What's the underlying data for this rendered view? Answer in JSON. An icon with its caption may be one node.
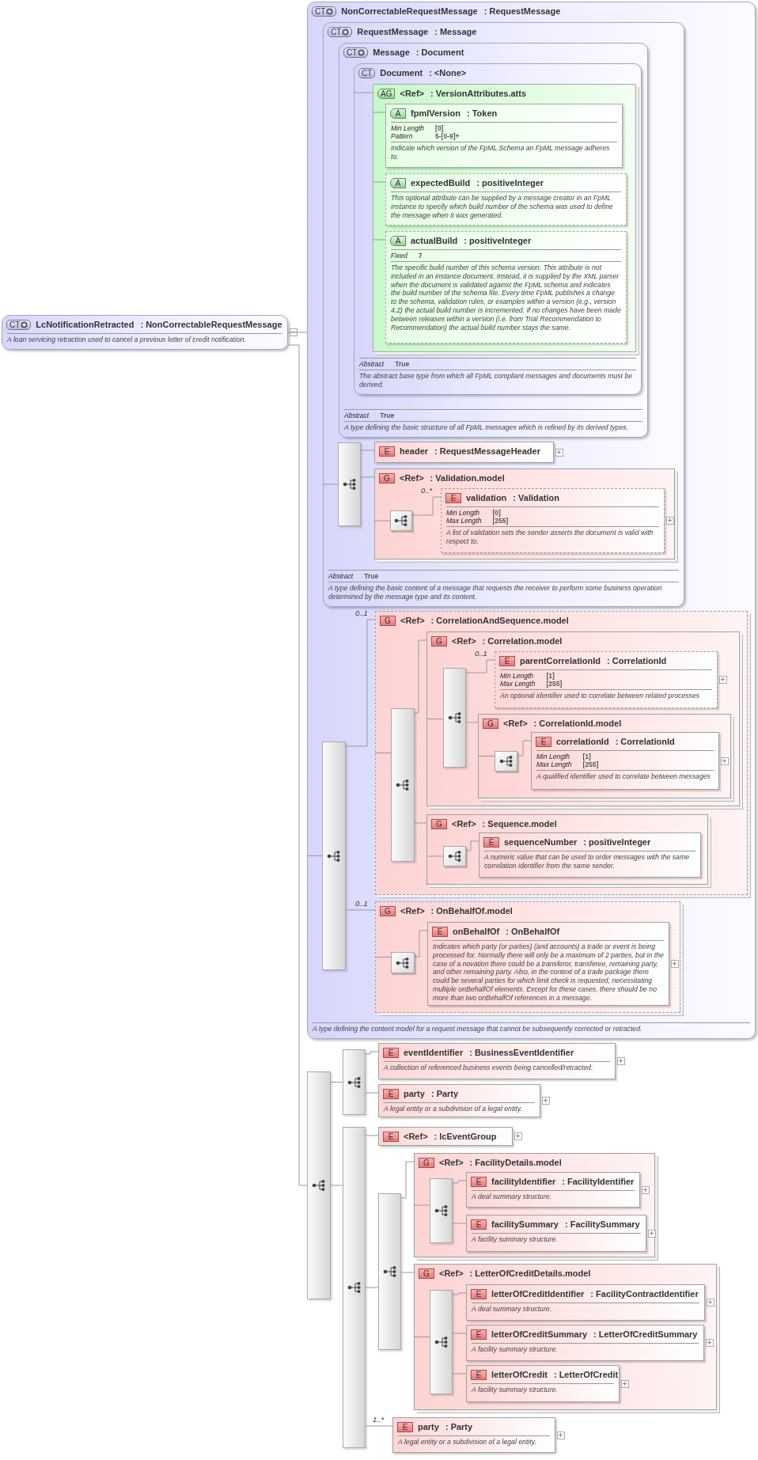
{
  "diagram": {
    "nodes": [
      {
        "text": [
          "CT",
          "LcNotificationRetracted",
          ": NonCorrectableRequestMessage",
          "A loan servicing retraction used to cancel a previous letter of credit notification."
        ]
      },
      {
        "text": [
          "CT",
          "NonCorrectableRequestMessage",
          ": RequestMessage",
          "A type defining the content model for a request message that cannot be subsequently corrected or retracted."
        ]
      },
      {
        "in": 1,
        "text": [
          "CT",
          "RequestMessage",
          ": Message",
          "Abstract",
          "True",
          "A type defining the basic content of a message that requests the receiver to perform some business operation determined by the message type and its content."
        ]
      },
      {
        "in": 2,
        "text": [
          "CT",
          "Message",
          ": Document",
          "Abstract",
          "True",
          "A type defining the basic structure of all FpML messages which is refined by its derived types."
        ]
      },
      {
        "in": 3,
        "text": [
          "CT",
          "Document",
          ": <None>",
          "Abstract",
          "True",
          "The abstract base type from which all FpML compliant messages and documents must be derived."
        ]
      },
      {
        "in": 4,
        "text": [
          "AG",
          "<Ref>",
          ": VersionAttributes.atts"
        ]
      },
      {
        "in": 5,
        "text": [
          "A",
          "fpmlVersion",
          ": Token",
          "Min Length",
          "[0]",
          "Pattern",
          "5-[0-9]+",
          "Indicate which version of the FpML Schema an FpML message adheres to."
        ]
      },
      {
        "in": 5,
        "text": [
          "A",
          "expectedBuild",
          ": positiveInteger",
          "This optional attribute can be supplied by a message creator in an FpML instance to specify which build number of the schema was used to define the message when it was generated."
        ]
      },
      {
        "in": 5,
        "text": [
          "A",
          "actualBuild",
          ": positiveInteger",
          "Fixed",
          "7",
          "The specific build number of this schema version. This attribute is not included in an instance document. Instead, it is supplied by the XML parser when the document is validated against the FpML schema and indicates the build number of the schema file. Every time FpML publishes a change to the schema, validation rules, or examples within a version (e.g., version 4.2) the actual build number is incremented. If no changes have been made between releases within a version (i.e. from Trial Recommendation to Recommendation) the actual build number stays the same."
        ]
      },
      {
        "text": [],
        "shape": "bar",
        "in": 2
      },
      {
        "in": 2,
        "text": [
          "E",
          "header",
          ": RequestMessageHeader"
        ]
      },
      {
        "in": 2,
        "text": [
          "G",
          "<Ref>",
          ": Validation.model"
        ]
      },
      {
        "text": [],
        "shape": "box",
        "in": 11
      },
      {
        "in": 11,
        "beside": [
          "0..*"
        ],
        "text": [
          "E",
          "validation",
          ": Validation",
          "Min Length",
          "[0]",
          "Max Length",
          "[255]",
          "A list of validation sets the sender asserts the document is valid with respect to."
        ]
      },
      {
        "text": [],
        "shape": "bar",
        "in": 1
      },
      {
        "in": 1,
        "beside": [
          "0..1"
        ],
        "text": [
          "G",
          "<Ref>",
          ": CorrelationAndSequence.model"
        ]
      },
      {
        "text": [],
        "shape": "bar",
        "in": 15
      },
      {
        "in": 15,
        "text": [
          "G",
          "<Ref>",
          ": Correlation.model"
        ]
      },
      {
        "text": [],
        "shape": "bar",
        "in": 17
      },
      {
        "in": 17,
        "beside": [
          "0..1"
        ],
        "text": [
          "E",
          "parentCorrelationId",
          ": CorrelationId",
          "Min Length",
          "[1]",
          "Max Length",
          "[255]",
          "An optional identifier used to correlate between related processes"
        ]
      },
      {
        "in": 17,
        "text": [
          "G",
          "<Ref>",
          ": CorrelationId.model"
        ]
      },
      {
        "text": [],
        "shape": "box",
        "in": 20
      },
      {
        "in": 20,
        "text": [
          "E",
          "correlationId",
          ": CorrelationId",
          "Min Length",
          "[1]",
          "Max Length",
          "[255]",
          "A qualified identifier used to correlate between messages"
        ]
      },
      {
        "in": 15,
        "text": [
          "G",
          "<Ref>",
          ": Sequence.model"
        ]
      },
      {
        "text": [],
        "shape": "box",
        "in": 23
      },
      {
        "in": 23,
        "text": [
          "E",
          "sequenceNumber",
          ": positiveInteger",
          "A numeric value that can be used to order messages with the same correlation identifier from the same sender."
        ]
      },
      {
        "in": 1,
        "beside": [
          "0..1"
        ],
        "text": [
          "G",
          "<Ref>",
          ": OnBehalfOf.model"
        ]
      },
      {
        "text": [],
        "shape": "box",
        "in": 26
      },
      {
        "in": 26,
        "text": [
          "E",
          "onBehalfOf",
          ": OnBehalfOf",
          "Indicates which party (or parties) (and accounts) a trade or event is being processed for. Normally there will only be a maximum of 2 parties, but in the case of a novation there could be a transferor, transferee, remaining party, and other remaining party. Also, in the context of a trade package there could be several parties for which limit check is requested, necessitating multiple onBehalfOf elements. Except for these cases, there should be no more than two onBehalfOf references in a message."
        ]
      },
      {
        "text": [],
        "shape": "bar"
      },
      {
        "text": [],
        "shape": "bar"
      },
      {
        "text": [
          "E",
          "eventIdentifier",
          ": BusinessEventIdentifier",
          "A collection of referenced business events being cancelled/retracted."
        ]
      },
      {
        "text": [
          "E",
          "party",
          ": Party",
          "A legal entity or a subdivision of a legal entity."
        ]
      },
      {
        "text": [],
        "shape": "bar"
      },
      {
        "text": [
          "E",
          "<Ref>",
          ": lcEventGroup"
        ]
      },
      {
        "text": [],
        "shape": "bar"
      },
      {
        "text": [
          "G",
          "<Ref>",
          ": FacilityDetails.model"
        ]
      },
      {
        "text": [],
        "shape": "bar",
        "in": 36
      },
      {
        "in": 36,
        "text": [
          "E",
          "facilityIdentifier",
          ": FacilityIdentifier",
          "A deal summary structure."
        ]
      },
      {
        "in": 36,
        "text": [
          "E",
          "facilitySummary",
          ": FacilitySummary",
          "A facility summary structure."
        ]
      },
      {
        "text": [
          "G",
          "<Ref>",
          ": LetterOfCreditDetails.model"
        ]
      },
      {
        "text": [],
        "shape": "bar",
        "in": 40
      },
      {
        "in": 40,
        "text": [
          "E",
          "letterOfCreditIdentifier",
          ": FacilityContractIdentifier",
          "A deal summary structure."
        ]
      },
      {
        "in": 40,
        "text": [
          "E",
          "letterOfCreditSummary",
          ": LetterOfCreditSummary",
          "A facility summary structure."
        ]
      },
      {
        "in": 40,
        "text": [
          "E",
          "letterOfCredit",
          ": LetterOfCredit",
          "A facility summary structure."
        ]
      },
      {
        "beside": [
          "1..*"
        ],
        "text": [
          "E",
          "party",
          ": Party",
          "A legal entity or a subdivision of a legal entity."
        ]
      }
    ],
    "edges": [
      {
        "from": 0,
        "to": 1,
        "arrow": "none"
      },
      {
        "from": 0,
        "to": 29,
        "arrow": "none"
      },
      {
        "from": 1,
        "to": 14,
        "arrow": "none"
      },
      {
        "from": 2,
        "to": 9,
        "arrow": "none"
      },
      {
        "from": 4,
        "to": 5,
        "arrow": "none"
      },
      {
        "from": 5,
        "to": 6,
        "arrow": "none"
      },
      {
        "from": 5,
        "to": 7,
        "arrow": "none"
      },
      {
        "from": 5,
        "to": 8,
        "arrow": "none"
      },
      {
        "from": 9,
        "to": 10,
        "arrow": "none"
      },
      {
        "from": 9,
        "to": 11,
        "arrow": "none"
      },
      {
        "from": 11,
        "to": 12,
        "arrow": "none"
      },
      {
        "from": 12,
        "to": 13,
        "arrow": "none"
      },
      {
        "from": 14,
        "to": 15,
        "arrow": "none"
      },
      {
        "from": 14,
        "to": 26,
        "arrow": "none"
      },
      {
        "from": 15,
        "to": 16,
        "arrow": "none"
      },
      {
        "from": 16,
        "to": 17,
        "arrow": "none"
      },
      {
        "from": 16,
        "to": 23,
        "arrow": "none"
      },
      {
        "from": 17,
        "to": 18,
        "arrow": "none"
      },
      {
        "from": 18,
        "to": 19,
        "arrow": "none"
      },
      {
        "from": 18,
        "to": 20,
        "arrow": "none"
      },
      {
        "from": 20,
        "to": 21,
        "arrow": "none"
      },
      {
        "from": 21,
        "to": 22,
        "arrow": "none"
      },
      {
        "from": 23,
        "to": 24,
        "arrow": "none"
      },
      {
        "from": 24,
        "to": 25,
        "arrow": "none"
      },
      {
        "from": 26,
        "to": 27,
        "arrow": "none"
      },
      {
        "from": 27,
        "to": 28,
        "arrow": "none"
      },
      {
        "from": 29,
        "to": 30,
        "arrow": "none"
      },
      {
        "from": 29,
        "to": 33,
        "arrow": "none"
      },
      {
        "from": 30,
        "to": 31,
        "arrow": "none"
      },
      {
        "from": 30,
        "to": 32,
        "arrow": "none"
      },
      {
        "from": 33,
        "to": 34,
        "arrow": "none"
      },
      {
        "from": 33,
        "to": 35,
        "arrow": "none"
      },
      {
        "from": 33,
        "to": 45,
        "arrow": "none"
      },
      {
        "from": 35,
        "to": 36,
        "arrow": "none"
      },
      {
        "from": 35,
        "to": 40,
        "arrow": "none"
      },
      {
        "from": 36,
        "to": 37,
        "arrow": "none"
      },
      {
        "from": 37,
        "to": 38,
        "arrow": "none"
      },
      {
        "from": 37,
        "to": 39,
        "arrow": "none"
      },
      {
        "from": 40,
        "to": 41,
        "arrow": "none"
      },
      {
        "from": 41,
        "to": 42,
        "arrow": "none"
      },
      {
        "from": 41,
        "to": 43,
        "arrow": "none"
      },
      {
        "from": 41,
        "to": 44,
        "arrow": "none"
      }
    ]
  }
}
